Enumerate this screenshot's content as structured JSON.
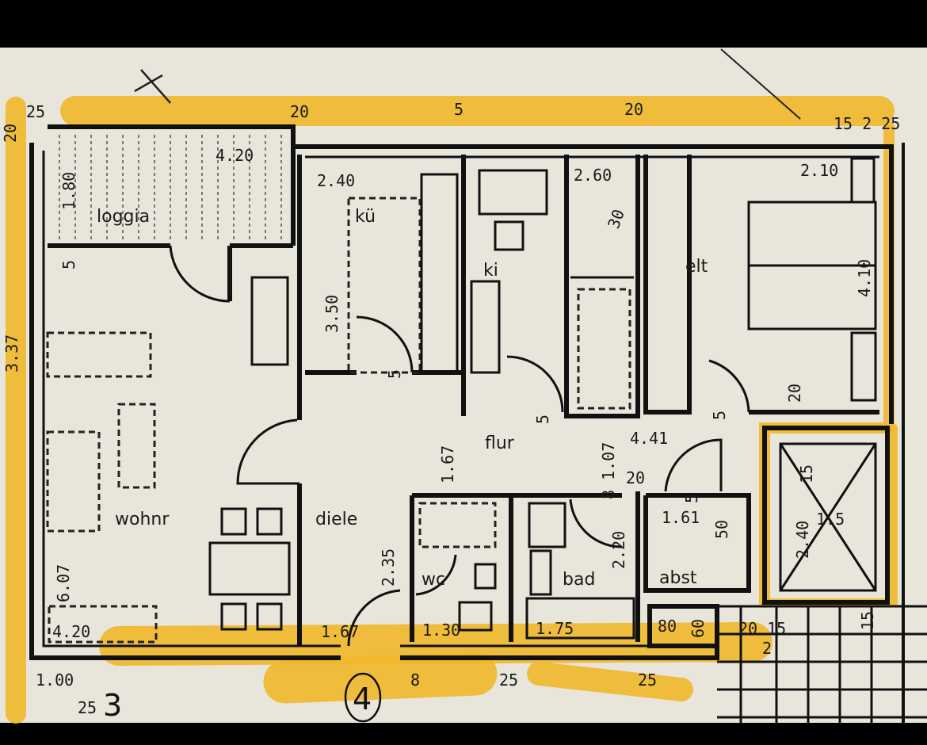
{
  "colors": {
    "paper": "#e8e5db",
    "highlight": "#f1b72a",
    "ink": "#111111",
    "frame": "#000000"
  },
  "rooms": {
    "loggia": "loggia",
    "kitchen": "kü",
    "child": "ki",
    "parents": "elt",
    "hall": "flur",
    "living": "wohnr",
    "entry": "diele",
    "wc": "wc",
    "bath": "bad",
    "storage": "abst"
  },
  "dimensions": {
    "top_25": "25",
    "top_20a": "20",
    "top_5": "5",
    "top_20b": "20",
    "top_right": "15 2 25",
    "left_20": "20",
    "loggia_width": "4.20",
    "loggia_depth": "1.80",
    "living_5": "5",
    "kitchen_width": "2.40",
    "kitchen_depth": "3.50",
    "kitchen_door": "5",
    "bath_top_width": "2.60",
    "bath_top_30": "30",
    "parents_width": "2.10",
    "parents_depth": "4.10",
    "parents_20": "20",
    "child_door": "5",
    "parents_door": "5",
    "hall_length": "4.41",
    "hall_167": "1.67",
    "hall_107": "8 1.07",
    "hall_20": "20",
    "storage_width": "1.61",
    "storage_5": "5",
    "storage_50": "50",
    "entry_depth": "2.35",
    "bath_220": "2.20",
    "wc_width": "1.30",
    "bath_width": "1.75",
    "niche_80": "80",
    "niche_60": "60",
    "living_depth": "6.07",
    "living_width": "4.20",
    "entry_width": "1.67",
    "left_337": "3.37",
    "bottom_100": "1.00",
    "bottom_25a": "25",
    "bottom_8": "8",
    "bottom_25b": "25",
    "bottom_25c": "25",
    "right_20_15": "20 15",
    "right_2": "2",
    "right_15": "15",
    "shaft_15": "15",
    "shaft_label": "1.5",
    "shaft_240": "2.40"
  },
  "markers": {
    "unit_3": "3",
    "unit_4": "4"
  }
}
